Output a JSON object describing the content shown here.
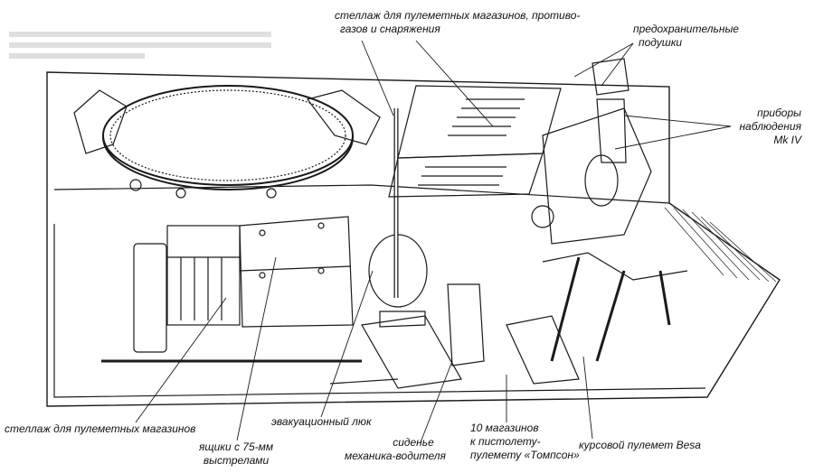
{
  "labels": {
    "rack_top": [
      "стеллаж для пулеметных магазинов, противо-",
      "газов и снаряжения"
    ],
    "cushions": [
      "предохранительные",
      "подушки"
    ],
    "periscopes": [
      "приборы",
      "наблюдения",
      "Mk IV"
    ],
    "rack_bottom": "стеллаж для пулеметных магазинов",
    "ammo_boxes": [
      "ящики  с  75-мм",
      "выстрелами"
    ],
    "escape_hatch": "эвакуационный люк",
    "driver_seat": [
      "сиденье",
      "механика-водителя"
    ],
    "thompson_mags": [
      "10 магазинов",
      "к пистолету-",
      "пулемету «Томпсон»"
    ],
    "besa_mg": "курсовой пулемет Besa"
  },
  "colors": {
    "ink": "#1a1a1a",
    "background": "#ffffff",
    "shade": "#bdbdbd"
  }
}
